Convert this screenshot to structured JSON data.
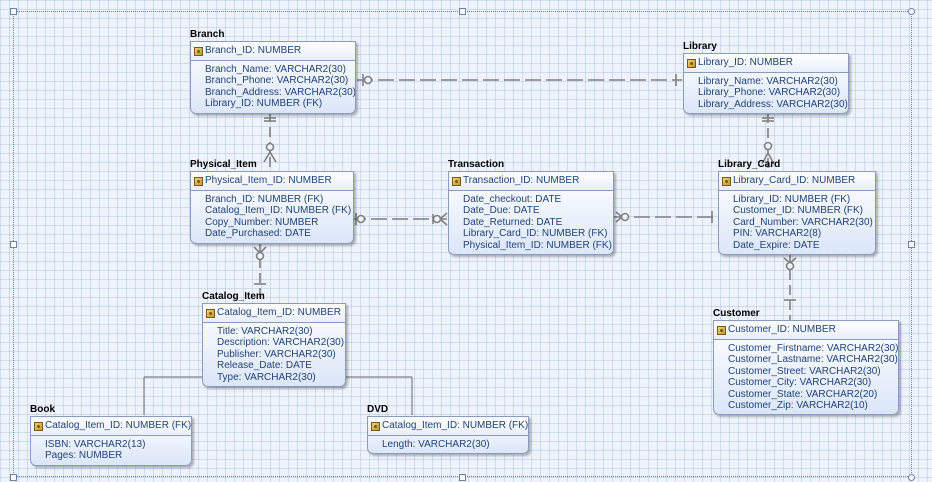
{
  "entities": {
    "branch": {
      "name": "Branch",
      "pk": "Branch_ID: NUMBER",
      "attributes": [
        "Branch_Name: VARCHAR2(30)",
        "Branch_Phone: VARCHAR2(30)",
        "Branch_Address: VARCHAR2(30)",
        "Library_ID: NUMBER (FK)"
      ]
    },
    "library": {
      "name": "Library",
      "pk": "Library_ID: NUMBER",
      "attributes": [
        "Library_Name: VARCHAR2(30)",
        "Library_Phone: VARCHAR2(30)",
        "Library_Address: VARCHAR2(30)"
      ]
    },
    "physical_item": {
      "name": "Physical_Item",
      "pk": "Physical_Item_ID: NUMBER",
      "attributes": [
        "Branch_ID: NUMBER (FK)",
        "Catalog_Item_ID: NUMBER (FK)",
        "Copy_Number: NUMBER",
        "Date_Purchased: DATE"
      ]
    },
    "transaction": {
      "name": "Transaction",
      "pk": "Transaction_ID: NUMBER",
      "attributes": [
        "Date_checkout: DATE",
        "Date_Due: DATE",
        "Date_Returned: DATE",
        "Library_Card_ID: NUMBER (FK)",
        "Physical_Item_ID: NUMBER (FK)"
      ]
    },
    "library_card": {
      "name": "Library_Card",
      "pk": "Library_Card_ID: NUMBER",
      "attributes": [
        "Library_ID: NUMBER (FK)",
        "Customer_ID: NUMBER (FK)",
        "Card_Number: VARCHAR2(30)",
        "PIN: VARCHAR2(8)",
        "Date_Expire: DATE"
      ]
    },
    "catalog_item": {
      "name": "Catalog_Item",
      "pk": "Catalog_Item_ID: NUMBER",
      "attributes": [
        "Title: VARCHAR2(30)",
        "Description: VARCHAR2(30)",
        "Publisher: VARCHAR2(30)",
        "Release_Date: DATE",
        "Type: VARCHAR2(30)"
      ]
    },
    "customer": {
      "name": "Customer",
      "pk": "Customer_ID: NUMBER",
      "attributes": [
        "Customer_Firstname: VARCHAR2(30)",
        "Customer_Lastname: VARCHAR2(30)",
        "Customer_Street: VARCHAR2(30)",
        "Customer_City: VARCHAR2(30)",
        "Customer_State: VARCHAR2(20)",
        "Customer_Zip: VARCHAR2(10)"
      ]
    },
    "book": {
      "name": "Book",
      "pk": "Catalog_Item_ID: NUMBER (FK)",
      "attributes": [
        "ISBN: VARCHAR2(13)",
        "Pages: NUMBER"
      ]
    },
    "dvd": {
      "name": "DVD",
      "pk": "Catalog_Item_ID: NUMBER (FK)",
      "attributes": [
        "Length: VARCHAR2(30)"
      ]
    }
  },
  "colors": {
    "entity_text": "#22437a",
    "line": "#808080",
    "grid": "#eef3fb"
  }
}
